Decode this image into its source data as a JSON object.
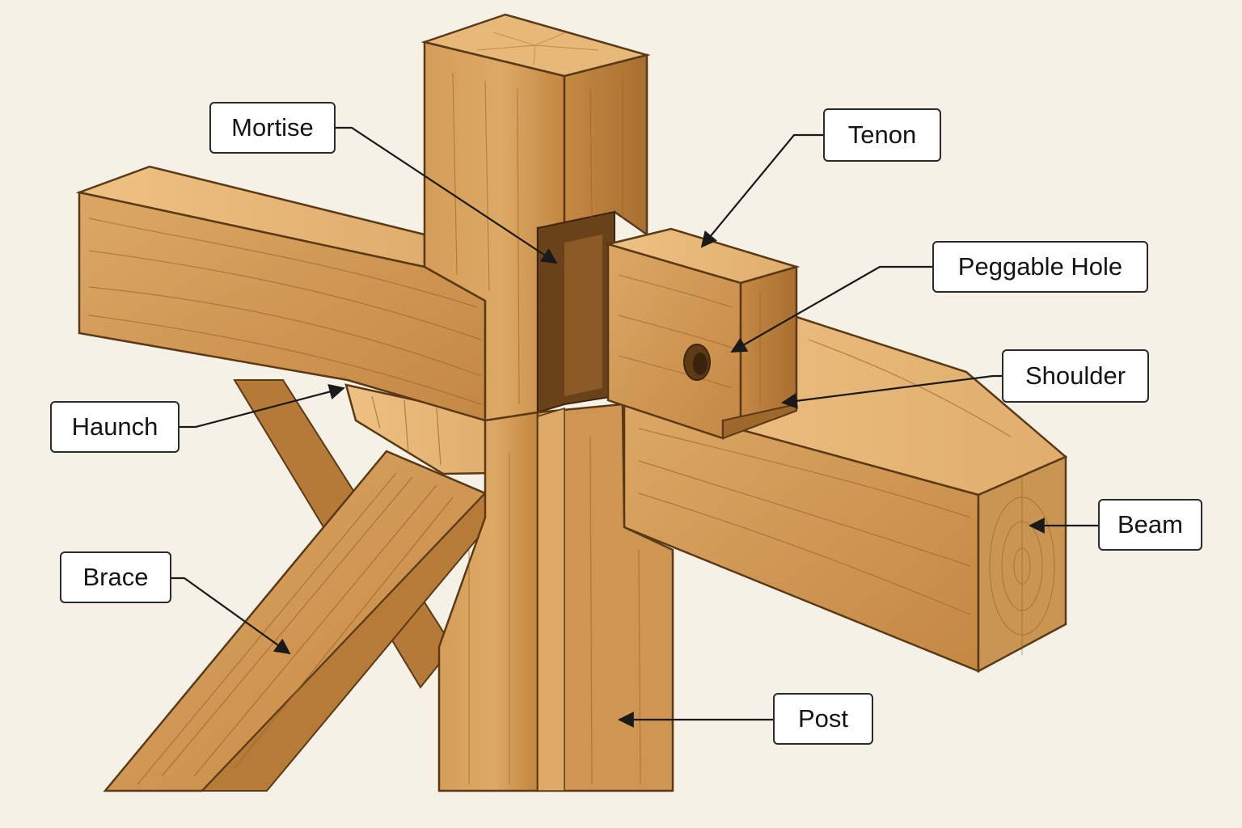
{
  "labels": {
    "mortise": "Mortise",
    "tenon": "Tenon",
    "peggable_hole": "Peggable Hole",
    "shoulder": "Shoulder",
    "haunch": "Haunch",
    "beam": "Beam",
    "brace": "Brace",
    "post": "Post"
  },
  "colors": {
    "background": "#f6f1e7",
    "wood_light": "#e2b06c",
    "wood_mid": "#c88c45",
    "wood_dark": "#a06a2e",
    "outline": "#5a3a16",
    "leader": "#1a1a1a"
  }
}
